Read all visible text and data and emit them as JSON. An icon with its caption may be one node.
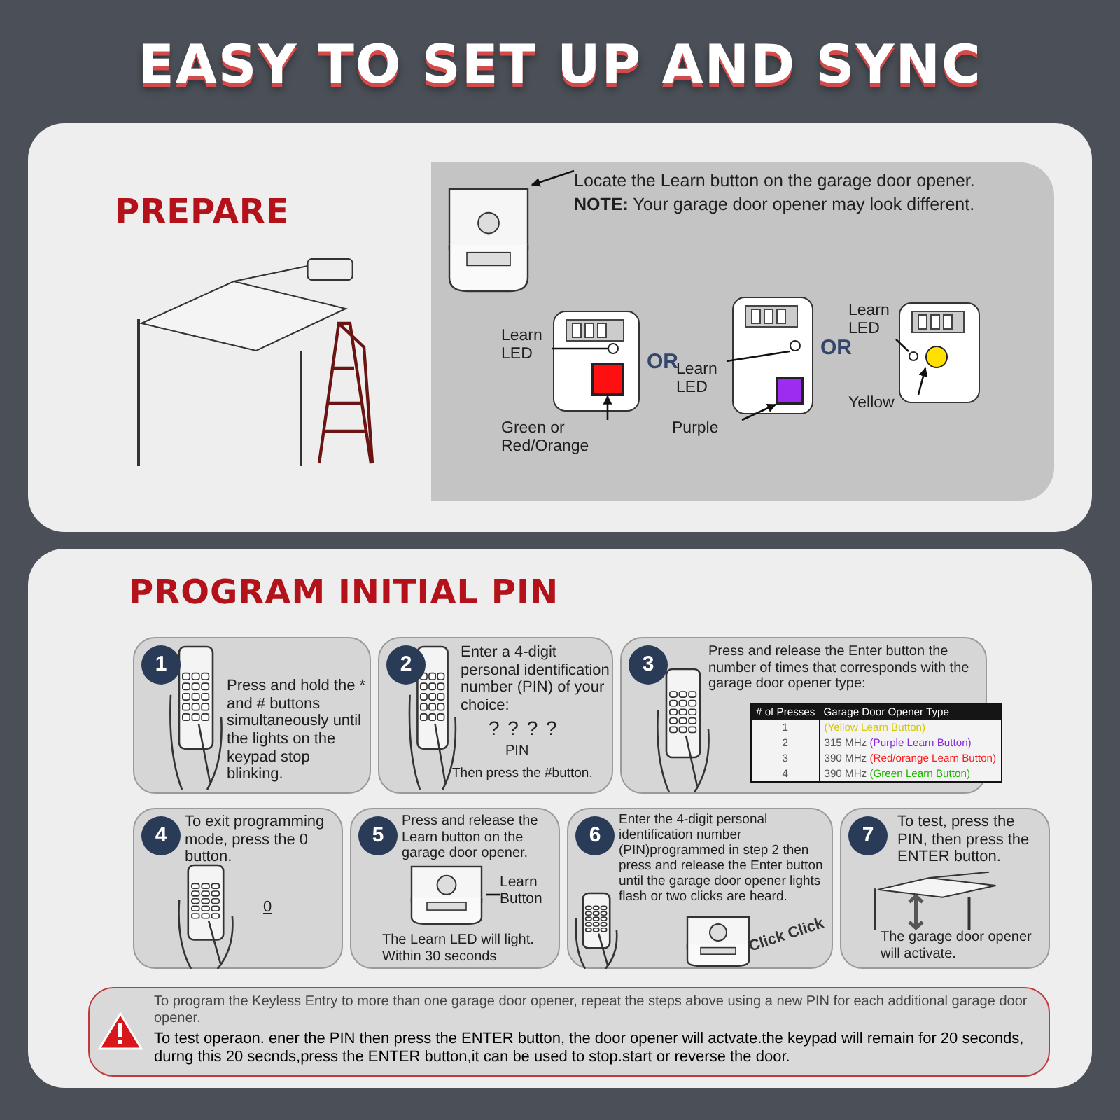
{
  "diagram": {
    "title": "EASY TO SET UP AND SYNC",
    "nodes": [
      {
        "text": [
          "PREPARE"
        ]
      },
      {
        "text": [],
        "shape": "box",
        "in": 0
      },
      {
        "text": [
          "Locate the Learn button on the garage door opener.",
          "**NOTE:** Your garage door opener may look different."
        ],
        "in": 1
      },
      {
        "text": [],
        "shape": "picture",
        "in": 1
      },
      {
        "text": [],
        "shape": "picture",
        "in": 1
      },
      {
        "text": [],
        "shape": "circle",
        "in": 4
      },
      {
        "text": [],
        "shape": "box",
        "in": 4
      },
      {
        "text": [
          "Learn LED"
        ],
        "in": 1
      },
      {
        "text": [
          "Green or Red/Orange"
        ],
        "in": 1
      },
      {
        "text": [],
        "shape": "picture",
        "in": 1
      },
      {
        "text": [],
        "shape": "circle",
        "in": 9
      },
      {
        "text": [],
        "shape": "box",
        "in": 9
      },
      {
        "text": [
          "Learn LED"
        ],
        "in": 1
      },
      {
        "text": [
          "Purple"
        ],
        "in": 1
      },
      {
        "text": [],
        "shape": "picture",
        "in": 1
      },
      {
        "text": [],
        "shape": "circle",
        "in": 14
      },
      {
        "text": [],
        "shape": "circle",
        "in": 14
      },
      {
        "text": [
          "Learn LED"
        ],
        "in": 1
      },
      {
        "text": [
          "Yellow"
        ],
        "in": 1
      },
      {
        "text": [
          "PROGRAM INITIAL PIN"
        ]
      },
      {
        "text": [
          "1",
          "Press and hold the * and # buttons simultaneously until the lights on the keypad stop blinking."
        ],
        "in": 19
      },
      {
        "text": [
          "2",
          "Enter a 4-digit personal identification number (PIN) of your choice:",
          "? ? ? ?",
          "PIN",
          "Then press the #button."
        ],
        "in": 19
      },
      {
        "text": [
          "3",
          "Press and release the Enter button the number of times that corresponds with the garage door opener type:"
        ],
        "in": 19
      },
      {
        "text": [
          "4",
          "To exit programming mode, press the 0 button.",
          "0"
        ],
        "in": 19
      },
      {
        "text": [
          "5",
          "Press and release the Learn button on the garage door opener.",
          "The Learn LED will light. Within 30 seconds"
        ],
        "in": 19
      },
      {
        "text": [
          "Learn Button"
        ],
        "in": 24
      },
      {
        "text": [],
        "shape": "picture",
        "in": 24
      },
      {
        "text": [
          "6",
          "Enter the 4-digit personal identification number (PIN)programmed in step 2 then press and release the Enter button until the garage door opener lights flash or two clicks are heard.",
          "Click Click"
        ],
        "in": 19
      },
      {
        "text": [
          "7",
          "To test, press the PIN, then press the ENTER button.",
          "The garage door opener will activate."
        ],
        "in": 19
      },
      {
        "text": [
          "To program the Keyless Entry to more than one garage door opener, repeat the steps above using a new PIN for each additional garage door opener.",
          "To test operaon. ener the PIN then press the ENTER button, the door opener will actvate.the keypad will remain for 20 seconds, durng this 20 secnds,press the ENTER button,it can be used to stop.start or reverse the door."
        ],
        "in": 19
      }
    ],
    "edges": [
      {
        "from": 2,
        "to": 3,
        "arrow": "to"
      },
      {
        "from": 7,
        "to": 5,
        "arrow": "none"
      },
      {
        "from": 8,
        "to": 6,
        "arrow": "to"
      },
      {
        "from": 12,
        "to": 10,
        "arrow": "none"
      },
      {
        "from": 13,
        "to": 11,
        "arrow": "to"
      },
      {
        "from": 17,
        "to": 15,
        "arrow": "none"
      },
      {
        "from": 18,
        "to": 16,
        "arrow": "to"
      },
      {
        "from": 25,
        "to": 26,
        "arrow": "none"
      }
    ],
    "labels": [
      "OR",
      "OR",
      "# of Presses",
      "Garage Door Opener Type",
      "1",
      "(Yellow Learn Button)",
      "2",
      "315 MHz (Purple Learn Button)",
      "3",
      "390 MHz (Red/orange Learn Button)",
      "4",
      "390 MHz (Green Learn Button)"
    ]
  }
}
